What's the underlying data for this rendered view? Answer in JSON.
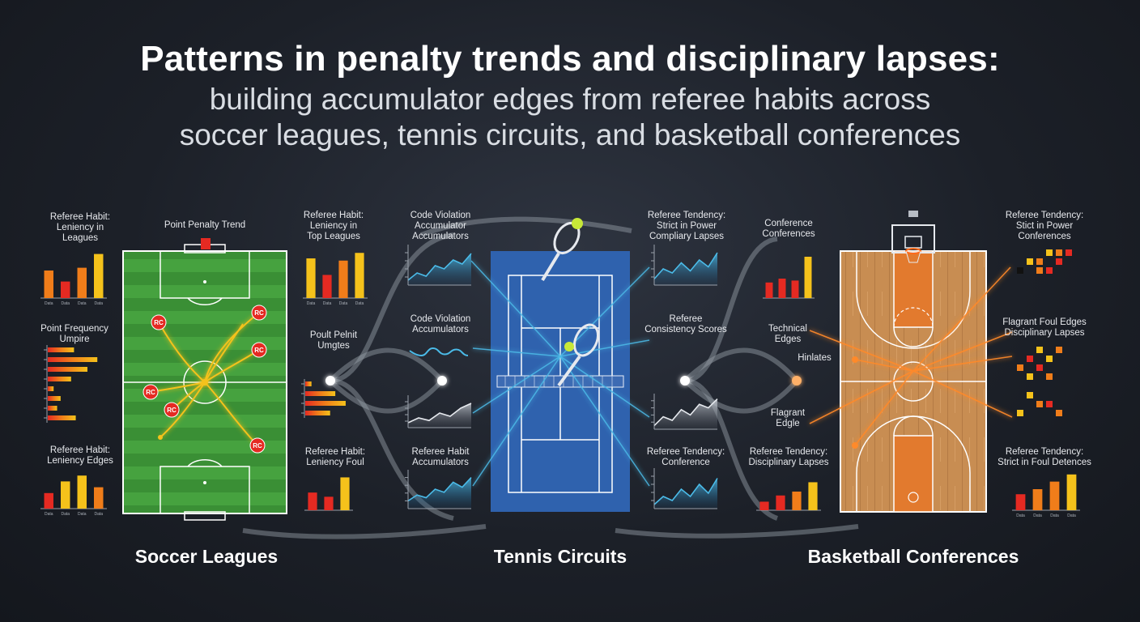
{
  "header": {
    "title": "Patterns in penalty trends and disciplinary lapses:",
    "subtitle_line1": "building accumulator edges from referee habits across",
    "subtitle_line2": "soccer leagues, tennis circuits, and basketball conferences"
  },
  "sections": {
    "soccer": "Soccer Leagues",
    "tennis": "Tennis Circuits",
    "basketball": "Basketball Conferences"
  },
  "labels": {
    "s_tl": "Referee Habit:\nLeniency in\nLeagues",
    "s_ml": "Point Frequency\nUmpire",
    "s_bl": "Referee Habit:\nLeniency Edges",
    "s_pitch": "Point Penalty Trend",
    "s_tr": "Referee Habit:\nLeniency in\nTop Leagues",
    "s_mr": "Poult Pelnit\nUmgtes",
    "s_br": "Referee Habit:\nLeniency Foul",
    "t_tl": "Code Violation\nAccumulator\nAccumulators",
    "t_ml": "Code Violation\nAccumulators",
    "t_bl": "Referee Habit\nAccumulators",
    "t_tr": "Referee Tendency:\nStrict in Power\nCompliary Lapses",
    "t_mr": "Referee\nConsistency Scores",
    "t_br": "Referee Tendency:\nConference",
    "b_tl": "Conference\nConferences",
    "b_ml": "Technical\nEdges",
    "b_ml2": "Hinlates",
    "b_bl2": "Flagrant\nEdgle",
    "b_bl": "Referee Tendency:\nDisciplinary Lapses",
    "b_tr": "Referee Tendency:\nStict in Power\nConferences",
    "b_mr": "Flagrant Foul Edges\nDisciplinary Lapses",
    "b_br": "Referee Tendency:\nStrict in Foul Detences"
  },
  "markers": {
    "rc": "RC"
  },
  "mini_tick": "Data",
  "colors": {
    "red": "#e52a22",
    "orange": "#f07d1a",
    "yellow": "#f5c21b",
    "pitch": "#3f9a3a",
    "court_blue": "#2f62ae",
    "wood": "#c88d52",
    "line_blue": "#4bbbe8",
    "glow_orange": "#ff8a2a"
  },
  "icons": [
    "soccer-pitch-icon",
    "red-card-icon",
    "tennis-racket-icon",
    "tennis-ball-icon",
    "basketball-hoop-icon"
  ],
  "charts": {
    "s_top_left": [
      50,
      30,
      55,
      80
    ],
    "s_bottom_left": [
      40,
      70,
      85,
      55
    ],
    "s_top_right": [
      72,
      42,
      68,
      82
    ],
    "s_bottom_right": [
      42,
      32,
      78
    ],
    "s_hbar_left": [
      45,
      85,
      68,
      40,
      10,
      22,
      16,
      48
    ],
    "s_hbar_right": [
      12,
      58,
      78,
      48
    ],
    "t_top_left": [
      12,
      30,
      22,
      48,
      40,
      62,
      52,
      78
    ],
    "t_mid_left": [
      50,
      30,
      60,
      35,
      55,
      30
    ],
    "t_bottom_left_lower": [
      15,
      30,
      22,
      45,
      35,
      60,
      75
    ],
    "t_bottom_left": [
      20,
      35,
      28,
      50,
      42,
      68,
      55,
      80
    ],
    "t_top_right": [
      15,
      40,
      30,
      55,
      35,
      62,
      45,
      80
    ],
    "t_mid_right": [
      10,
      35,
      25,
      55,
      40,
      70,
      60,
      85
    ],
    "t_bottom_right": [
      10,
      30,
      20,
      48,
      30,
      60,
      38,
      75
    ],
    "b_top_left": [
      32,
      40,
      36,
      85
    ],
    "b_bottom_left": [
      22,
      38,
      48,
      72
    ],
    "b_bottom_right": [
      38,
      50,
      68,
      85
    ]
  }
}
